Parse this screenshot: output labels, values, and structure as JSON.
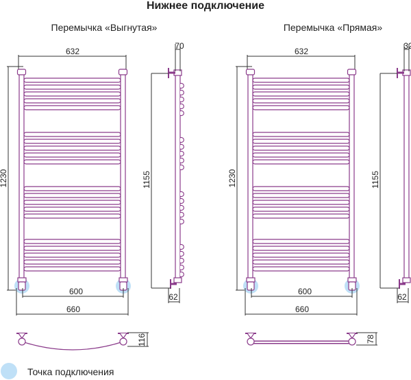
{
  "title": "Нижнее подключение",
  "variants": [
    {
      "name": "Перемычка «Выгнутая»",
      "width_axis": "632",
      "height_total": "1230",
      "height_axis": "1155",
      "depth_top": "70",
      "depth_bottom": "62",
      "connection_distance": "600",
      "overall_width": "660",
      "bottom_depth": "116",
      "bridge": "curved"
    },
    {
      "name": "Перемычка «Прямая»",
      "width_axis": "632",
      "height_total": "1230",
      "height_axis": "1155",
      "depth_top": "32",
      "depth_bottom": "62",
      "connection_distance": "600",
      "overall_width": "660",
      "bottom_depth": "78",
      "bridge": "straight"
    }
  ],
  "legend": {
    "label": "Точка подключения",
    "color": "#bfe0f7"
  },
  "colors": {
    "pipe": "#8a3a8a",
    "dimension": "#333333",
    "connection": "#bfe0f7"
  }
}
